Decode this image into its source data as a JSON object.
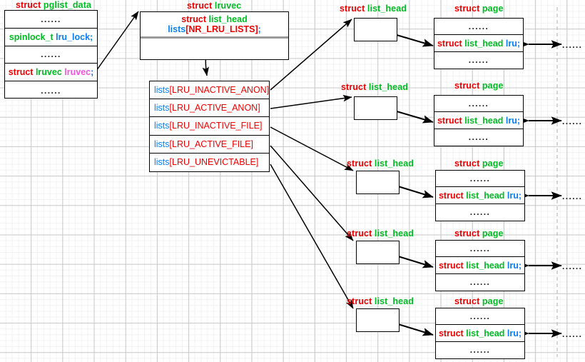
{
  "diagram": {
    "title": "Linux LRU lists: pglist_data / lruvec / list_head / page",
    "colors": {
      "keyword": "#ee0000",
      "type": "#00bb22",
      "field": "#0a7ef4",
      "field_alt": "#ee55dd",
      "line": "#000000",
      "divider": "#9a9a9a",
      "grid_major": "#c9c9c9",
      "grid_minor": "#f2f2f2",
      "dashed_guide": "#bbbbbb"
    },
    "ellipsis": "......"
  },
  "pglist_data": {
    "caption": {
      "keyword": "struct",
      "type": "pglist_data"
    },
    "rows": [
      {
        "kind": "ellipsis",
        "text": "......"
      },
      {
        "kind": "field",
        "type": "spinlock_t",
        "name": "lru_lock",
        "semi": ";"
      },
      {
        "kind": "ellipsis",
        "text": "......"
      },
      {
        "kind": "field",
        "keyword": "struct",
        "type": "lruvec",
        "name": "lruvec",
        "semi": ";"
      },
      {
        "kind": "ellipsis",
        "text": "......"
      }
    ]
  },
  "lruvec": {
    "caption": {
      "keyword": "struct",
      "type": "lruvec"
    },
    "member": {
      "keyword": "struct",
      "type": "list_head",
      "name": "lists",
      "open": "[",
      "index": "NR_LRU_LISTS",
      "close": "]",
      "semi": ";"
    },
    "body_ellipsis": "......"
  },
  "lists": {
    "name": "lists",
    "entries": [
      {
        "name": "lists",
        "open": "[",
        "index": "LRU_INACTIVE_ANON",
        "close": "]"
      },
      {
        "name": "lists",
        "open": "[",
        "index": "LRU_ACTIVE_ANON",
        "close": "]"
      },
      {
        "name": "lists",
        "open": "[",
        "index": "LRU_INACTIVE_FILE",
        "close": "]"
      },
      {
        "name": "lists",
        "open": "[",
        "index": "LRU_ACTIVE_FILE",
        "close": "]"
      },
      {
        "name": "lists",
        "open": "[",
        "index": "LRU_UNEVICTABLE",
        "close": "]"
      }
    ]
  },
  "list_head_caption": {
    "keyword": "struct",
    "type": "list_head"
  },
  "page_caption": {
    "keyword": "struct",
    "type": "page"
  },
  "page_rows": {
    "top_ellipsis": "......",
    "lru": {
      "keyword": "struct",
      "type": "list_head",
      "name": "lru",
      "semi": ";"
    },
    "bottom_ellipsis": "......"
  },
  "chains": [
    {
      "id": 1,
      "list_head_caption": "struct list_head",
      "page_caption": "struct page",
      "tail": "......"
    },
    {
      "id": 2,
      "list_head_caption": "struct list_head",
      "page_caption": "struct page",
      "tail": "......"
    },
    {
      "id": 3,
      "list_head_caption": "struct list_head",
      "page_caption": "struct page",
      "tail": "......"
    },
    {
      "id": 4,
      "list_head_caption": "struct list_head",
      "page_caption": "struct page",
      "tail": "......"
    },
    {
      "id": 5,
      "list_head_caption": "struct list_head",
      "page_caption": "struct page",
      "tail": "......"
    }
  ]
}
